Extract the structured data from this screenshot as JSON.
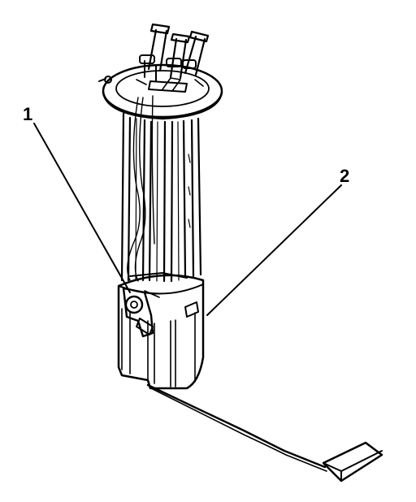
{
  "callouts": [
    {
      "id": "c1",
      "label": "1"
    },
    {
      "id": "c2",
      "label": "2"
    }
  ],
  "colors": {
    "line": "#000000",
    "background": "#ffffff"
  }
}
